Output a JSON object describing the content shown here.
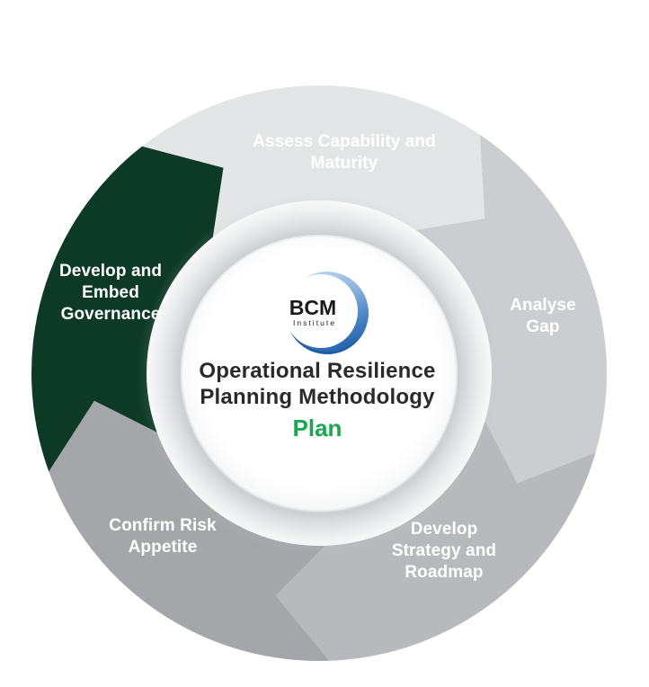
{
  "figure": {
    "background_color": "#ffffff",
    "flow_direction": "clockwise",
    "center": {
      "logo_brand": "BCM",
      "logo_sub": "Institute",
      "title": "Operational Resilience Planning Methodology",
      "phase_label": "Plan",
      "phase_color": "#1aa84e",
      "title_color": "#2a2a2a"
    },
    "segments": [
      {
        "id": "assess-capability-maturity",
        "label": "Assess Capability and Maturity",
        "color": "#e4e5e7",
        "text_color": "#ffffff"
      },
      {
        "id": "analyse-gap",
        "label": "Analyse Gap",
        "color": "#cbcdd0",
        "text_color": "#ffffff"
      },
      {
        "id": "develop-strategy-roadmap",
        "label": "Develop Strategy and Roadmap",
        "color": "#b7b9bc",
        "text_color": "#ffffff"
      },
      {
        "id": "confirm-risk-appetite",
        "label": "Confirm Risk Appetite",
        "color": "#a4a6a9",
        "text_color": "#ffffff"
      },
      {
        "id": "develop-embed-governance",
        "label": "Develop and Embed Governance",
        "color": "#0d3a26",
        "text_color": "#ffffff"
      }
    ],
    "logo_colors": {
      "swoosh_light": "#c3d9ef",
      "swoosh_dark": "#1f5fab",
      "tail": "#1e5ba9",
      "text": "#1a1a1a"
    }
  }
}
